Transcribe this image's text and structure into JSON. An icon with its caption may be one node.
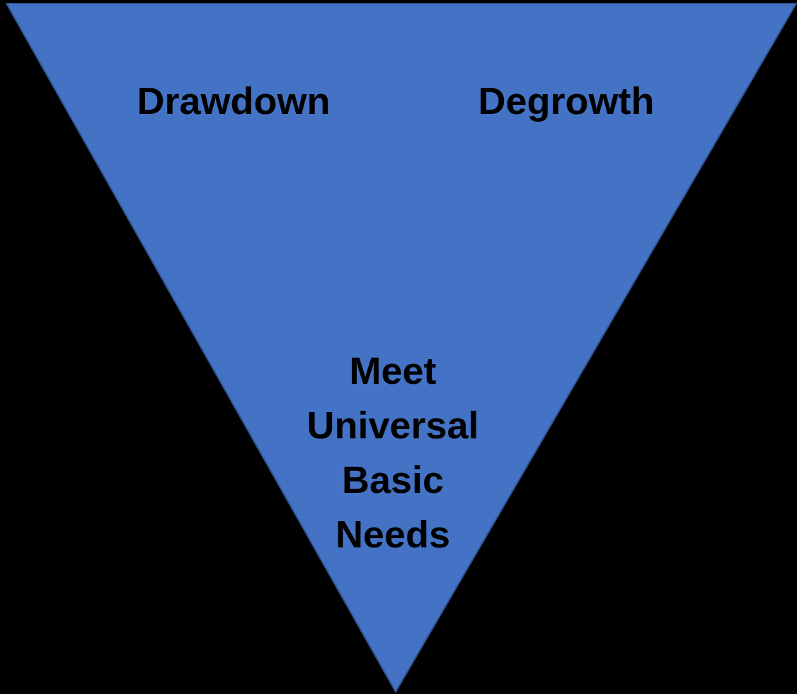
{
  "diagram": {
    "nodes": [
      {
        "text": [
          "Drawdown",
          "Degrowth",
          "Meet Universal Basic Needs"
        ]
      }
    ]
  }
}
